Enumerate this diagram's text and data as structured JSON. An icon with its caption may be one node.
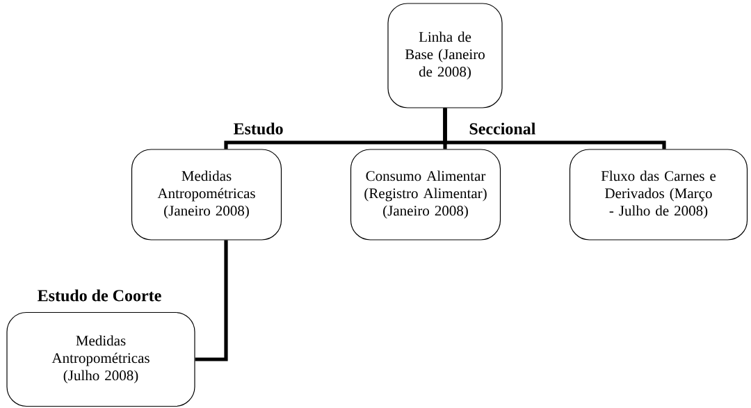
{
  "diagram": {
    "nodes": [
      {
        "text": [
          "Linha de Base (Janeiro de 2008)"
        ]
      },
      {
        "text": [
          "Medidas Antropométricas (Janeiro 2008)"
        ]
      },
      {
        "text": [
          "Consumo Alimentar (Registro Alimentar) (Janeiro 2008)"
        ]
      },
      {
        "text": [
          "Fluxo das Carnes e Derivados (Março - Julho de 2008)"
        ]
      },
      {
        "text": [
          "Medidas Antropométricas (Julho 2008)"
        ]
      }
    ],
    "edges": [
      {
        "from": 0,
        "to": 1,
        "arrow": "none"
      },
      {
        "from": 0,
        "to": 2,
        "arrow": "none"
      },
      {
        "from": 0,
        "to": 3,
        "arrow": "none"
      },
      {
        "from": 1,
        "to": 4,
        "arrow": "none"
      }
    ],
    "labels": [
      "Estudo",
      "Seccional",
      "Estudo de Coorte"
    ]
  }
}
